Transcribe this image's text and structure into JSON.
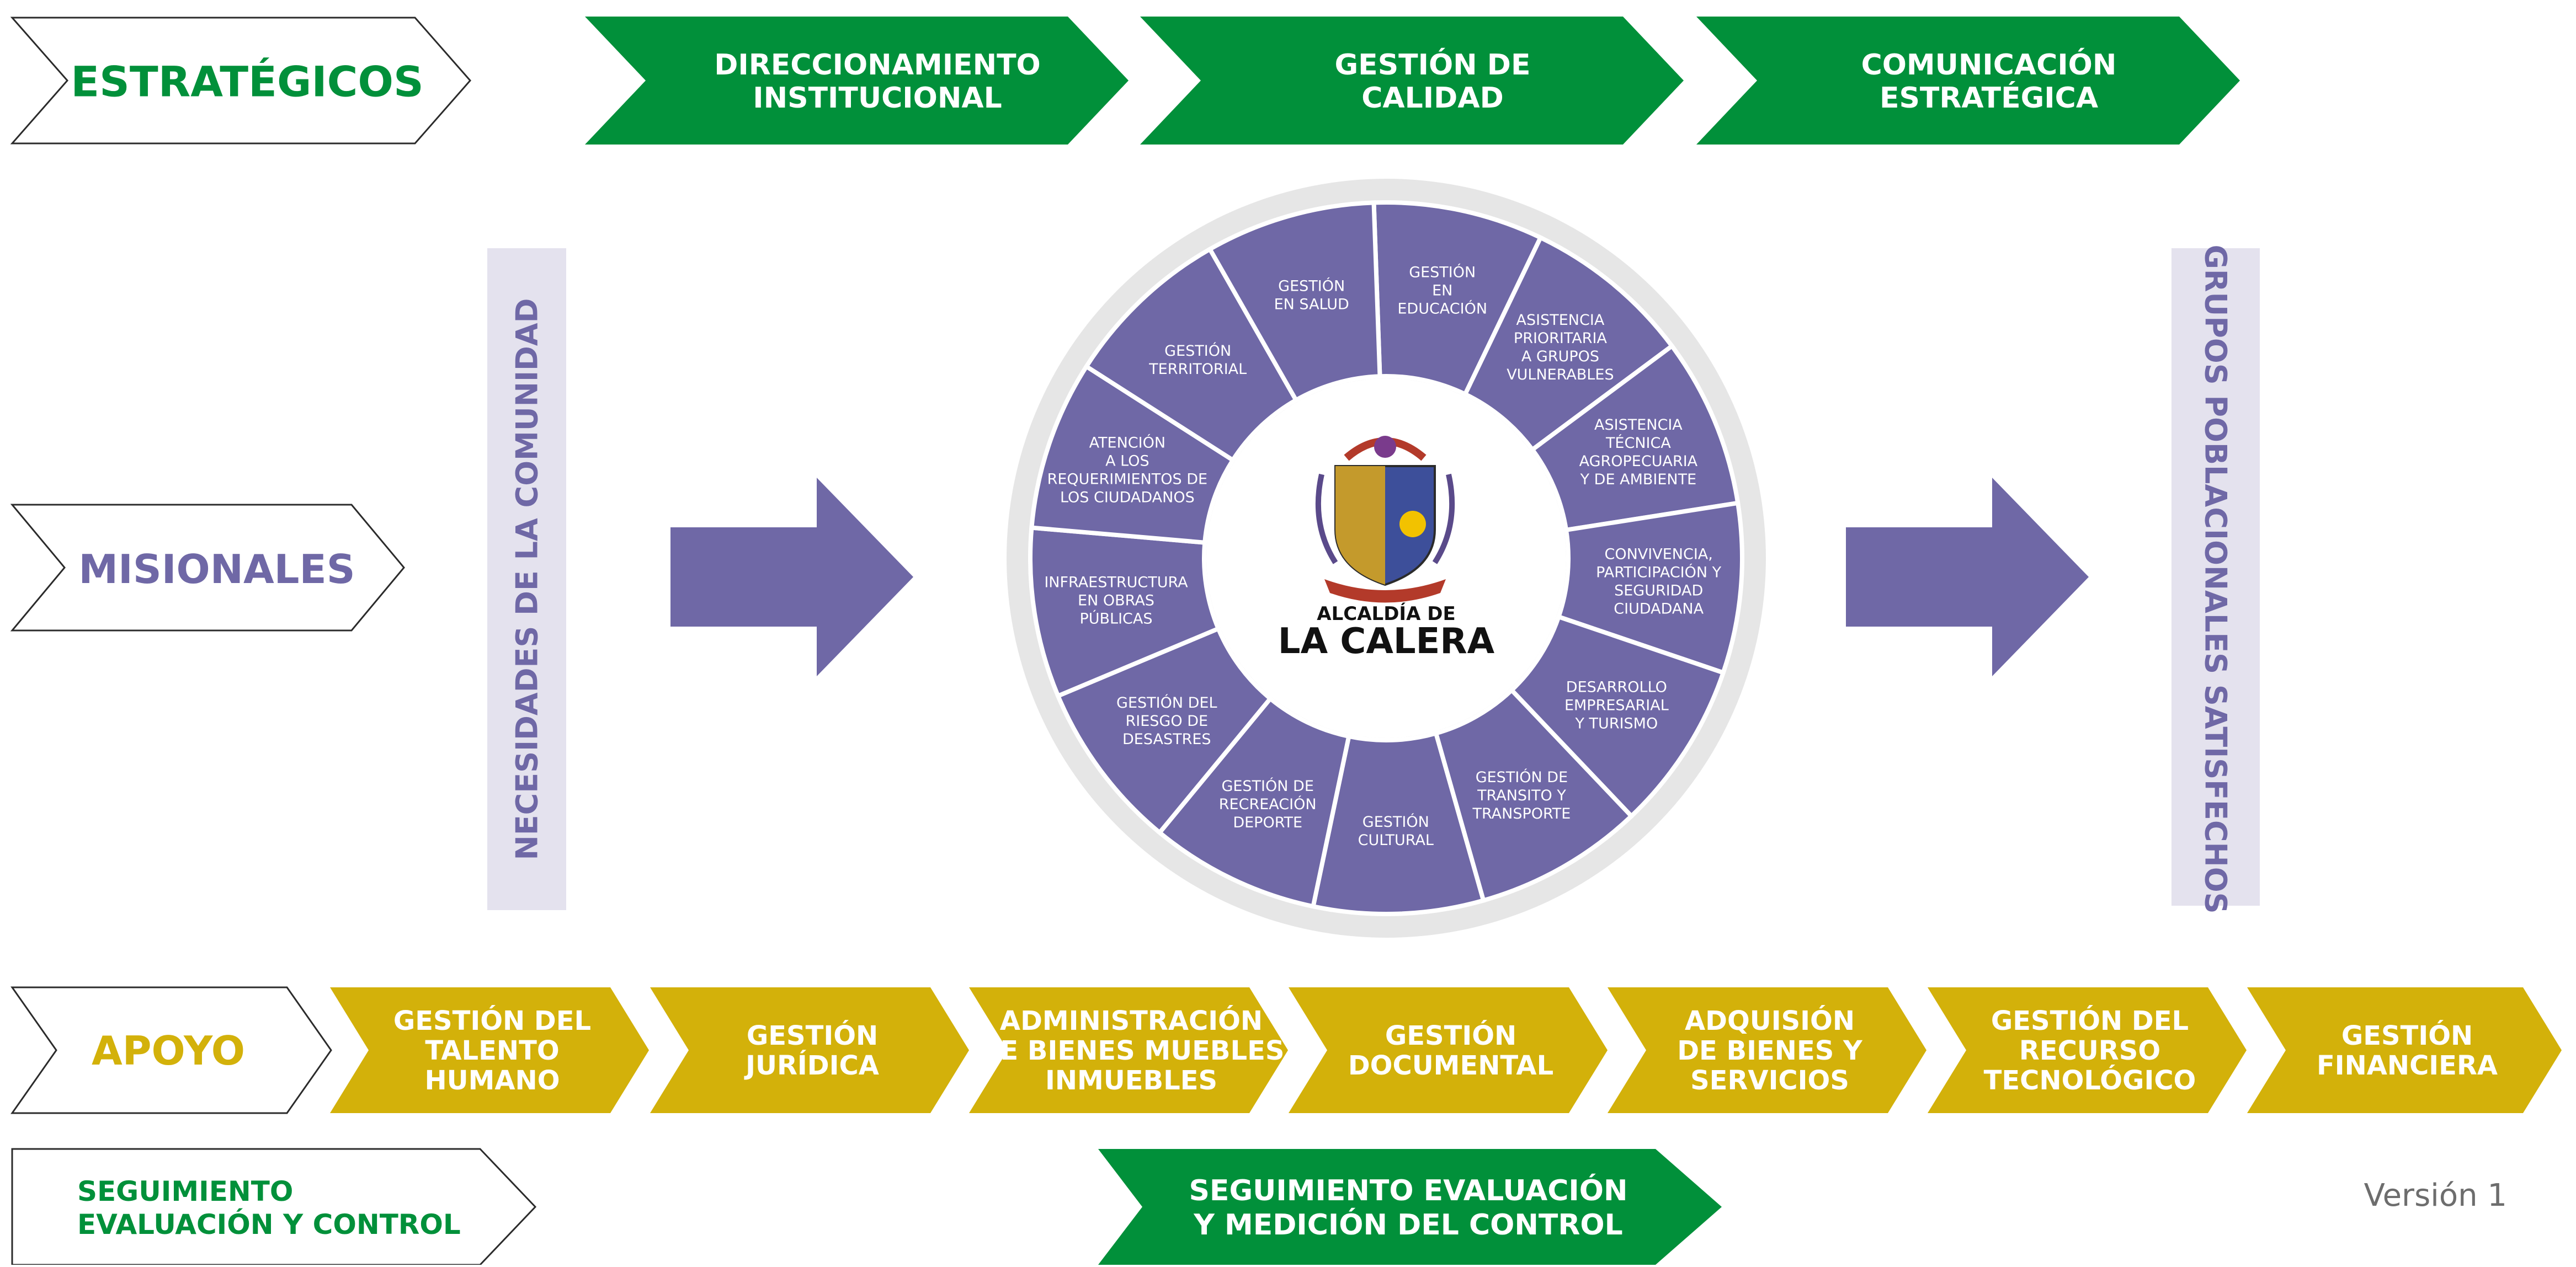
{
  "colors": {
    "green": "#01903a",
    "purple": "#6f68a6",
    "gold": "#d3b10a",
    "lavender_bar": "#e4e2ee",
    "ring_gray": "#e6e6e6",
    "white": "#ffffff"
  },
  "estrategicos": {
    "label": "ESTRATÉGICOS",
    "items": [
      {
        "lines": [
          "DIRECCIONAMIENTO",
          "INSTITUCIONAL"
        ]
      },
      {
        "lines": [
          "GESTIÓN DE",
          "CALIDAD"
        ]
      },
      {
        "lines": [
          "COMUNICACIÓN",
          "ESTRATÉGICA"
        ]
      }
    ]
  },
  "misionales": {
    "label": "MISIONALES",
    "left_bar": "NECESIDADES DE LA COMUNIDAD",
    "right_bar": "GRUPOS POBLACIONALES SATISFECHOS",
    "center": {
      "logo_line1": "ALCALDÍA DE",
      "logo_line2": "LA CALERA",
      "segments": [
        {
          "lines": [
            "GESTIÓN",
            "EN",
            "EDUCACIÓN"
          ]
        },
        {
          "lines": [
            "ASISTENCIA",
            "PRIORITARIA",
            "A GRUPOS",
            "VULNERABLES"
          ]
        },
        {
          "lines": [
            "ASISTENCIA",
            "TÉCNICA",
            "AGROPECUARIA",
            "Y DE AMBIENTE"
          ]
        },
        {
          "lines": [
            "CONVIVENCIA,",
            "PARTICIPACIÓN Y",
            "SEGURIDAD",
            "CIUDADANA"
          ]
        },
        {
          "lines": [
            "DESARROLLO",
            "EMPRESARIAL",
            "Y TURISMO"
          ]
        },
        {
          "lines": [
            "GESTIÓN DE",
            "TRANSITO Y",
            "TRANSPORTE"
          ]
        },
        {
          "lines": [
            "GESTIÓN",
            "CULTURAL"
          ]
        },
        {
          "lines": [
            "GESTIÓN DE",
            "RECREACIÓN",
            "DEPORTE"
          ]
        },
        {
          "lines": [
            "GESTIÓN DEL",
            "RIESGO DE",
            "DESASTRES"
          ]
        },
        {
          "lines": [
            "INFRAESTRUCTURA",
            "EN OBRAS",
            "PÚBLICAS"
          ]
        },
        {
          "lines": [
            "ATENCIÓN",
            "A LOS",
            "REQUERIMIENTOS DE",
            "LOS CIUDADANOS"
          ]
        },
        {
          "lines": [
            "GESTIÓN",
            "TERRITORIAL"
          ]
        },
        {
          "lines": [
            "GESTIÓN",
            "EN SALUD"
          ]
        }
      ]
    }
  },
  "apoyo": {
    "label": "APOYO",
    "items": [
      {
        "lines": [
          "GESTIÓN DEL",
          "TALENTO",
          "HUMANO"
        ]
      },
      {
        "lines": [
          "GESTIÓN",
          "JURÍDICA"
        ]
      },
      {
        "lines": [
          "ADMINISTRACIÓN",
          "DE BIENES MUEBLES",
          "INMUEBLES"
        ]
      },
      {
        "lines": [
          "GESTIÓN",
          "DOCUMENTAL"
        ]
      },
      {
        "lines": [
          "ADQUISIÓN",
          "DE BIENES Y",
          "SERVICIOS"
        ]
      },
      {
        "lines": [
          "GESTIÓN DEL",
          "RECURSO",
          "TECNOLÓGICO"
        ]
      },
      {
        "lines": [
          "GESTIÓN",
          "FINANCIERA"
        ]
      }
    ]
  },
  "seguimiento": {
    "label_lines": [
      "SEGUIMIENTO",
      "EVALUACIÓN Y CONTROL"
    ],
    "item_lines": [
      "SEGUIMIENTO EVALUACIÓN",
      "Y MEDICIÓN DEL CONTROL"
    ]
  },
  "version": "Versión 1",
  "icons": [
    "right-arrow-icon",
    "coat-of-arms-icon"
  ]
}
